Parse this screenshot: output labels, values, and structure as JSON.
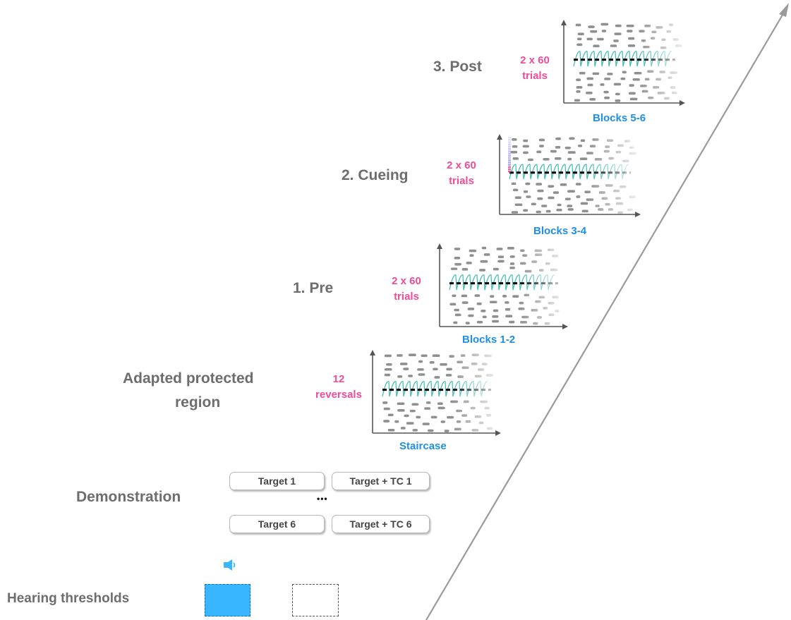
{
  "stages": [
    {
      "id": "hearing",
      "label": "Hearing thresholds"
    },
    {
      "id": "demo",
      "label": "Demonstration"
    },
    {
      "id": "apr",
      "label_line1": "Adapted protected",
      "label_line2": "region",
      "count_line1": "12",
      "count_line2": "reversals",
      "axis_label": "Staircase"
    },
    {
      "id": "pre",
      "label": "1. Pre",
      "count_line1": "2 x 60",
      "count_line2": "trials",
      "axis_label": "Blocks 1-2"
    },
    {
      "id": "cueing",
      "label": "2. Cueing",
      "count_line1": "2 x 60",
      "count_line2": "trials",
      "axis_label": "Blocks 3-4"
    },
    {
      "id": "post",
      "label": "3. Post",
      "count_line1": "2 x 60",
      "count_line2": "trials",
      "axis_label": "Blocks 5-6"
    }
  ],
  "demonstration": {
    "buttons": [
      {
        "label": "Target 1"
      },
      {
        "label": "Target + TC 1"
      },
      {
        "label": "Target 6"
      },
      {
        "label": "Target + TC 6"
      }
    ],
    "ellipsis": "•••"
  },
  "hearing": {
    "speaker_icon": "speaker-icon",
    "stimulus_color": "#38b6ff",
    "blank_border": "dashed"
  },
  "colors": {
    "label": "#6d6d6d",
    "count": "#ee4d97",
    "axis_label": "#1f8fe6",
    "pattern_teal": "#3bbab0",
    "dash_line": "#000000",
    "cue_bar": "#8e8ee6"
  }
}
